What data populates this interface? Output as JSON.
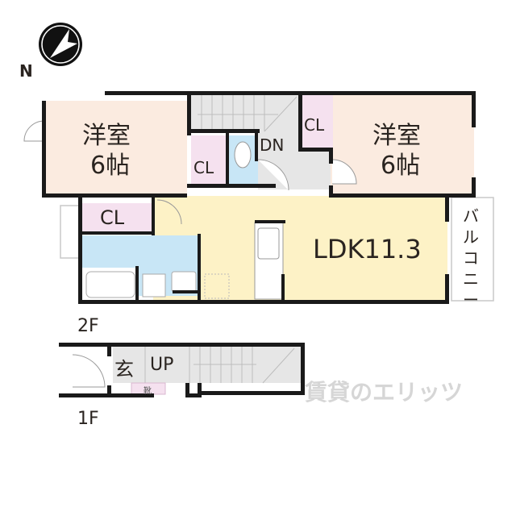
{
  "compass": {
    "label": "N"
  },
  "floors": {
    "second": {
      "label": "2F"
    },
    "first": {
      "label": "1F"
    }
  },
  "rooms": {
    "western_left": {
      "name": "洋室",
      "size": "6帖"
    },
    "western_right": {
      "name": "洋室",
      "size": "6帖"
    },
    "ldk": {
      "label": "LDK11.3"
    },
    "closet_left_mid": {
      "label": "CL"
    },
    "closet_top_right": {
      "label": "CL"
    },
    "closet_lower_left": {
      "label": "CL"
    },
    "stairs_down": {
      "label": "DN"
    },
    "balcony": {
      "label": "バルコニー"
    },
    "entrance": {
      "label": "玄"
    },
    "stairs_up": {
      "label": "UP"
    },
    "shoe_box": {
      "label": "靴"
    }
  },
  "watermark": {
    "text": "賃貸のエリッツ"
  },
  "colors": {
    "wall": "#1a1a1a",
    "western_room": "#fbebe0",
    "ldk": "#fdf2c6",
    "closet": "#f5e1ef",
    "wet_area": "#c8e6f6",
    "stairs": "#e6e6e6",
    "watermark": "#d9d9d9"
  }
}
